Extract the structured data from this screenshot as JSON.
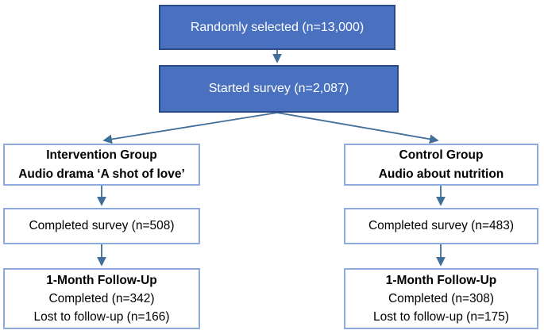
{
  "colors": {
    "filled_box_bg": "#4a70c0",
    "filled_box_border": "#2b4a8b",
    "outlined_box_border": "#8faadc",
    "arrow": "#3f6f99",
    "filled_box_text": "#ffffff",
    "outlined_box_text": "#000000"
  },
  "flowchart": {
    "randomly_selected": {
      "label": "Randomly selected (n=13,000)"
    },
    "started_survey": {
      "label": "Started survey (n=2,087)"
    },
    "intervention": {
      "group_title": "Intervention Group",
      "group_subtitle": "Audio drama ‘A shot of love’",
      "completed_survey": "Completed survey (n=508)",
      "followup_title": "1-Month Follow-Up",
      "followup_completed": "Completed (n=342)",
      "followup_lost": "Lost to follow-up (n=166)"
    },
    "control": {
      "group_title": "Control Group",
      "group_subtitle": "Audio about nutrition",
      "completed_survey": "Completed survey (n=483)",
      "followup_title": "1-Month Follow-Up",
      "followup_completed": "Completed (n=308)",
      "followup_lost": "Lost to follow-up (n=175)"
    }
  }
}
